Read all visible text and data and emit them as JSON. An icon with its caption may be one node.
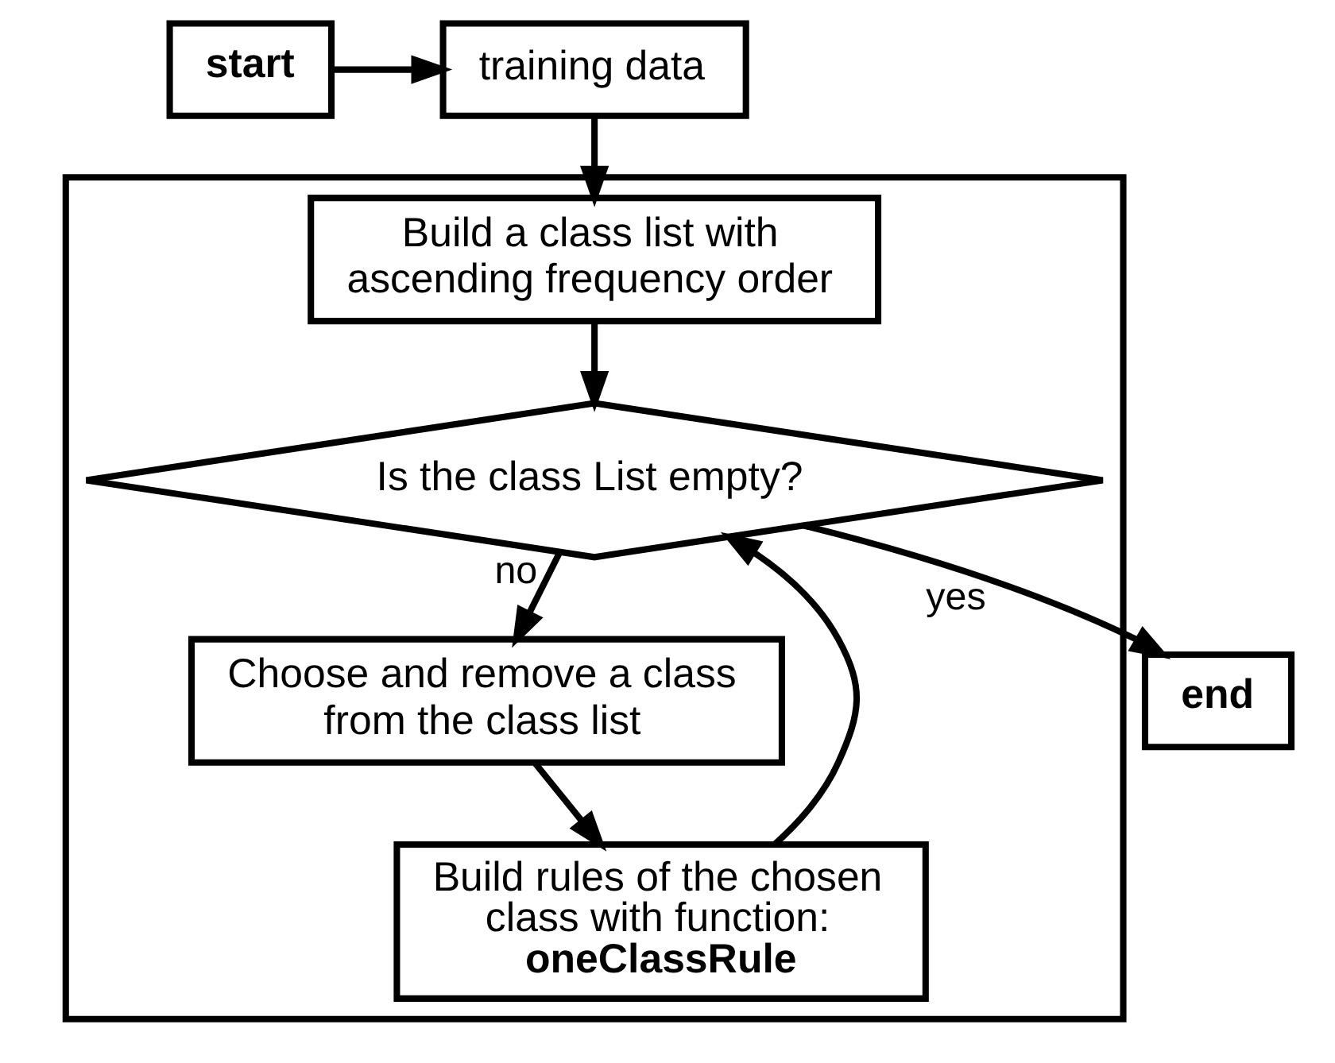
{
  "diagram": {
    "nodes": [
      {
        "text": [
          "start"
        ]
      },
      {
        "text": [
          "training data"
        ]
      },
      {
        "text": [],
        "shape": "box"
      },
      {
        "text": [
          "Build a class list with ascending frequency order"
        ],
        "in": 2
      },
      {
        "text": [
          "Is the class List empty?"
        ],
        "in": 2
      },
      {
        "text": [
          "end"
        ]
      },
      {
        "text": [
          "Choose and remove a class from the class list"
        ],
        "in": 2
      },
      {
        "text": [
          "Build rules of the chosen class with function: **oneClassRule**"
        ],
        "in": 2
      }
    ],
    "edges": [
      {
        "from": 0,
        "to": 1,
        "arrow": "to"
      },
      {
        "from": 1,
        "to": 3,
        "arrow": "to"
      },
      {
        "from": 3,
        "to": 4,
        "arrow": "to"
      },
      {
        "from": 4,
        "to": 5,
        "arrow": "to",
        "label": "yes"
      },
      {
        "from": 4,
        "to": 6,
        "arrow": "to",
        "label": "no"
      },
      {
        "from": 6,
        "to": 7,
        "arrow": "to"
      },
      {
        "from": 7,
        "to": 4,
        "arrow": "to"
      }
    ]
  }
}
